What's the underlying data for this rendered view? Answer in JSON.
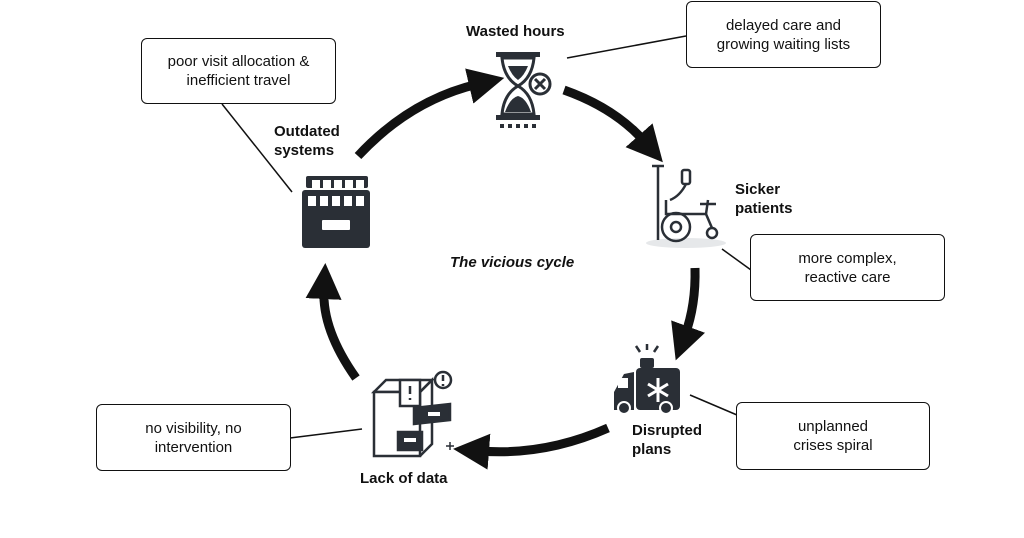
{
  "diagram": {
    "center_label": "The vicious cycle",
    "nodes": [
      {
        "id": "wasted-hours",
        "label_lines": [
          "Wasted hours"
        ],
        "icon": "hourglass-icon",
        "callout_lines": [
          "delayed care and",
          "growing waiting lists"
        ]
      },
      {
        "id": "sicker-patients",
        "label_lines": [
          "Sicker",
          "patients"
        ],
        "icon": "wheelchair-iv-icon",
        "callout_lines": [
          "more complex,",
          "reactive care"
        ]
      },
      {
        "id": "disrupted-plans",
        "label_lines": [
          "Disrupted",
          "plans"
        ],
        "icon": "ambulance-icon",
        "callout_lines": [
          "unplanned",
          "crises spiral"
        ]
      },
      {
        "id": "lack-of-data",
        "label_lines": [
          "Lack of data"
        ],
        "icon": "empty-file-cabinet-icon",
        "callout_lines": [
          "no visibility, no",
          "intervention"
        ]
      },
      {
        "id": "outdated-systems",
        "label_lines": [
          "Outdated",
          "systems"
        ],
        "icon": "file-drawer-icon",
        "callout_lines": [
          "poor visit allocation &",
          "inefficient travel"
        ]
      }
    ],
    "colors": {
      "ink": "#111111",
      "icon_dark": "#2a2f36",
      "background": "#ffffff"
    }
  }
}
